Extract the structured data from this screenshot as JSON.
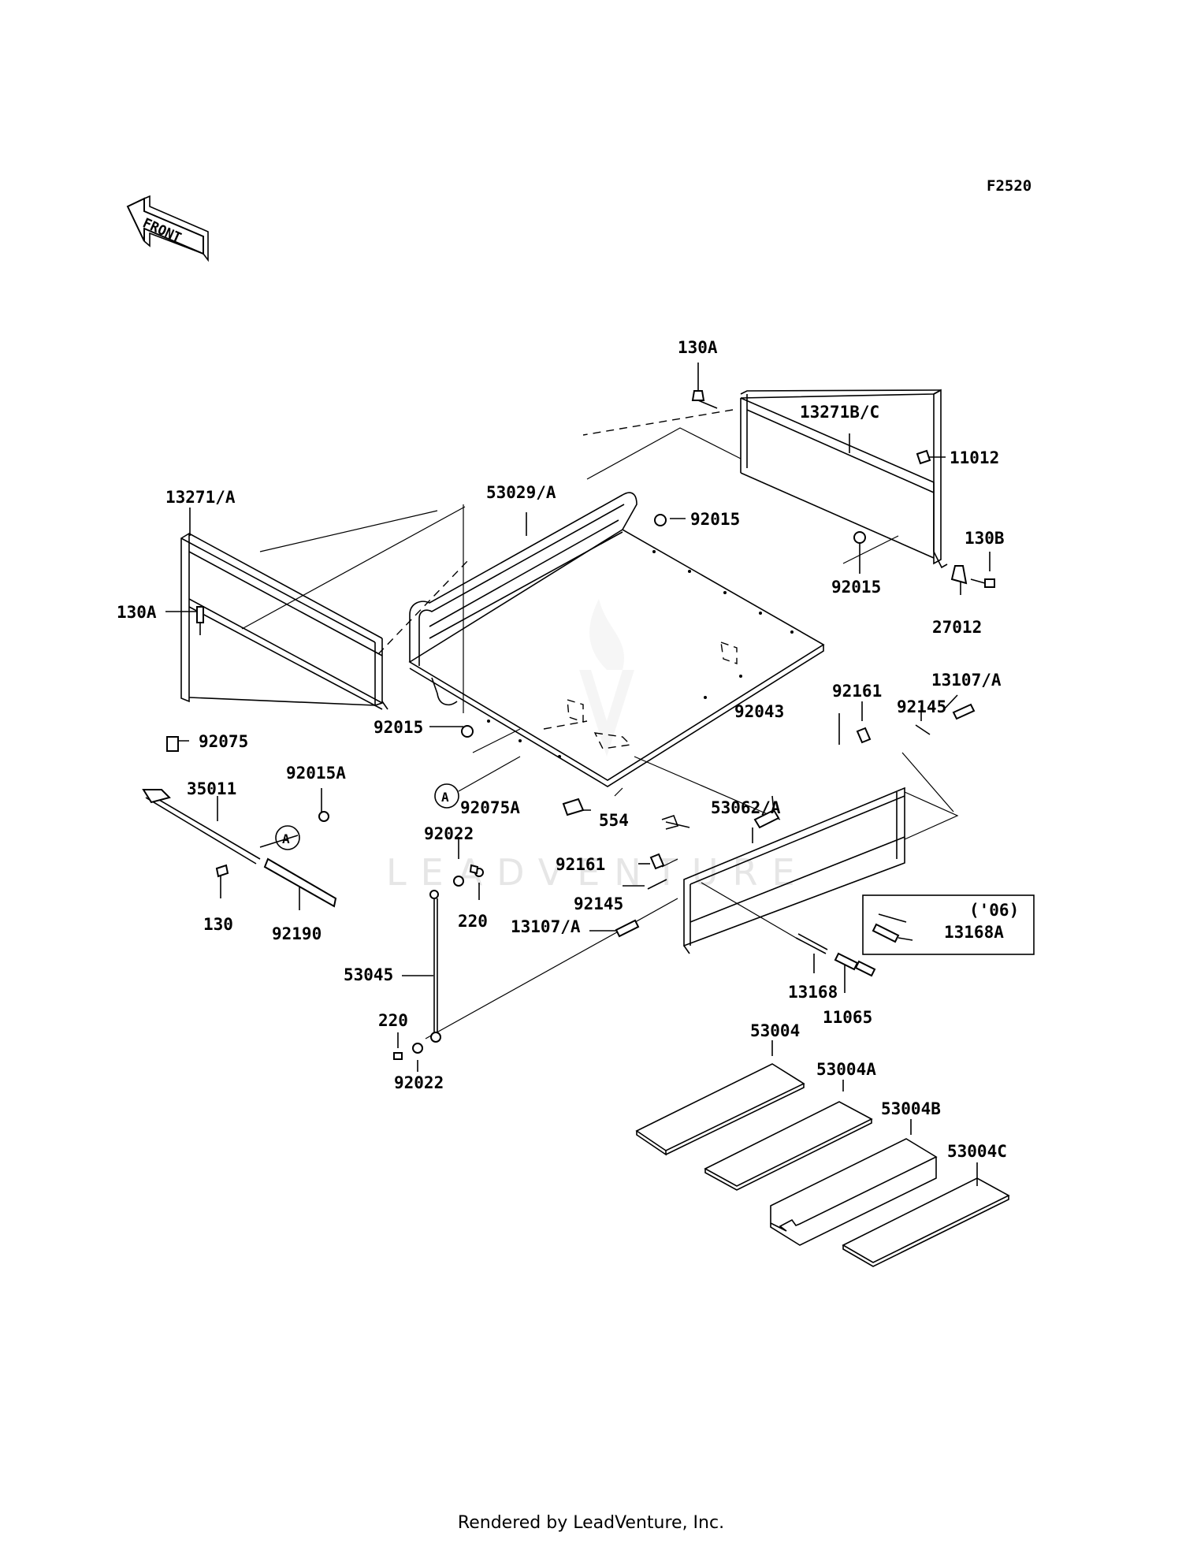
{
  "figure_code": "F2520",
  "front_arrow_text": "FRONT",
  "watermark": "LEADVENTURE",
  "footer": "Rendered by LeadVenture, Inc.",
  "callout_letter": "A",
  "inset_label": "('06)",
  "part_labels": {
    "p130a_top": "130A",
    "p13271bc": "13271B/C",
    "p11012": "11012",
    "p13271a": "13271/A",
    "p53029a": "53029/A",
    "p92015_top": "92015",
    "p92015_right": "92015",
    "p130b": "130B",
    "p27012": "27012",
    "p130a_left": "130A",
    "p92015_left": "92015",
    "p92075": "92075",
    "p35011": "35011",
    "p92015a": "92015A",
    "p130": "130",
    "p92190": "92190",
    "p92043": "92043",
    "p92161_top": "92161",
    "p92145_top": "92145",
    "p13107a_top": "13107/A",
    "p92075a": "92075A",
    "p554": "554",
    "p53062a": "53062/A",
    "p92022_top": "92022",
    "p92161_mid": "92161",
    "p220_top": "220",
    "p92145_mid": "92145",
    "p13107a_mid": "13107/A",
    "p13168a": "13168A",
    "p53045": "53045",
    "p13168": "13168",
    "p11065": "11065",
    "p220_bot": "220",
    "p92022_bot": "92022",
    "p53004": "53004",
    "p53004a": "53004A",
    "p53004b": "53004B",
    "p53004c": "53004C"
  }
}
